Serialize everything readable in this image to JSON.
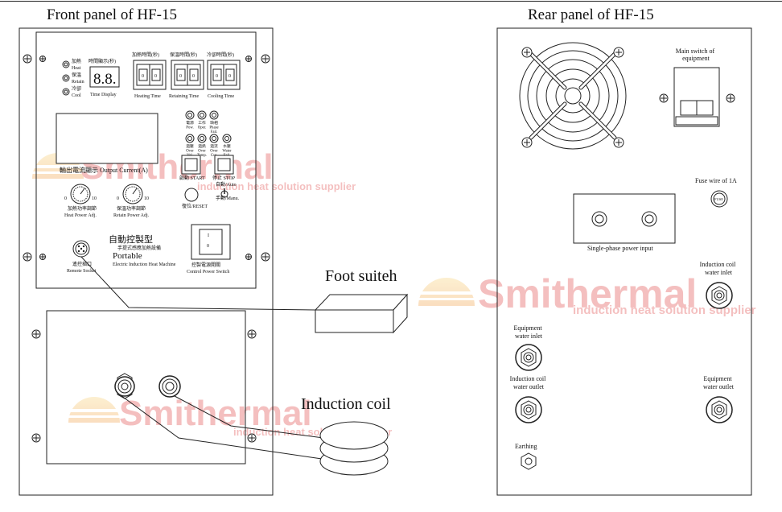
{
  "front": {
    "title": "Front panel of HF-15",
    "mode_labels": [
      "加熱",
      "Heat",
      "保溫",
      "Retain",
      "冷卻",
      "Cool"
    ],
    "time_display_cn": "時間顯示(秒)",
    "time_display_en": "Time Display",
    "digit_display": "8.8.",
    "heating_time_cn": "加熱時間(秒)",
    "heating_time_en": "Heating Time",
    "retaining_time_cn": "保溫時間(秒)",
    "retaining_time_en": "Retaining Time",
    "cooling_time_cn": "冷卻時間(秒)",
    "cooling_time_en": "Cooling Time",
    "thumbwheel_digit": "0",
    "indicators_row1": [
      "電源\nPow.",
      "工作\nOper.",
      "缺相\nPhase\nFail."
    ],
    "indicators_row2": [
      "過壓\nOver\nVol.",
      "過熱\nOver\nTemp.",
      "過流\nOver\nCur.",
      "水壓\nWater\nFail."
    ],
    "output_current_label": "輸出電流顯示 Output Current(A)",
    "start_label": "啟動 START",
    "stop_label": "停止 STOP",
    "reset_label": "復位/RESET",
    "switch_label": "自動/Auto\n手動/Manu.",
    "heat_power_cn": "加熱功率調節",
    "heat_power_en": "Heat Power Adj.",
    "retain_power_cn": "保溫功率調節",
    "retain_power_en": "Retain Power Adj.",
    "knob_min": "0",
    "knob_max": "10",
    "model_cn": "自動控製型",
    "model_sub_cn": "手提式感應加熱設備",
    "portable": "Portable",
    "machine_en": "Electric Induction Heat Machine",
    "remote_cn": "遙控插口",
    "remote_en": "Remote Socket",
    "control_switch_cn": "控製電源開關",
    "control_switch_en": "Control Power Switch",
    "rocker_on": "I",
    "rocker_off": "0"
  },
  "foot_switch_label": "Foot suiteh",
  "induction_coil_label": "Induction coil",
  "rear": {
    "title": "Rear panel of HF-15",
    "main_switch": "Main switch of\nequipment",
    "fuse": "Fuse wire of 1A",
    "fuse_cap": "FUSE",
    "power_input": "Single-phase power input",
    "coil_inlet": "Induction coil\nwater inlet",
    "equip_inlet": "Equipment\nwater inlet",
    "coil_outlet": "Induction coil\nwater outlet",
    "equip_outlet": "Equipment\nwater outlet",
    "earthing": "Earthing"
  },
  "watermark": {
    "brand": "Smithermal",
    "tagline": "induction heat solution supplier",
    "brand_color": "#d81e1e",
    "sun_color": "#f3a328"
  }
}
